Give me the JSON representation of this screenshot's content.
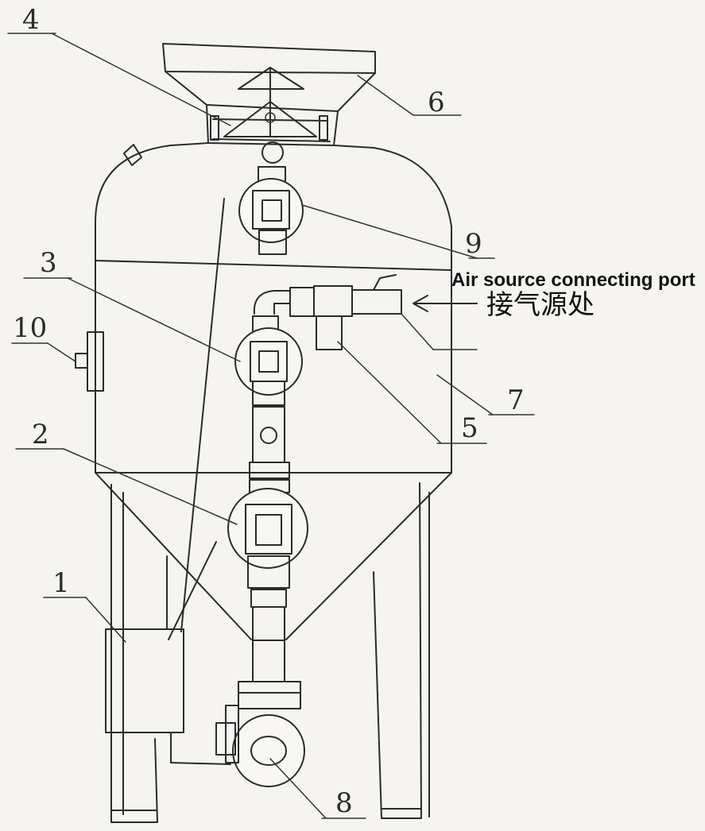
{
  "labels": {
    "n1": "1",
    "n2": "2",
    "n3": "3",
    "n4": "4",
    "n5": "5",
    "n6": "6",
    "n7": "7",
    "n8": "8",
    "n9": "9",
    "n10": "10"
  },
  "annotation": {
    "english": "Air source connecting port",
    "chinese": "接气源处"
  },
  "colors": {
    "background": "#f5f4f1",
    "line": "#2b2b2b"
  }
}
